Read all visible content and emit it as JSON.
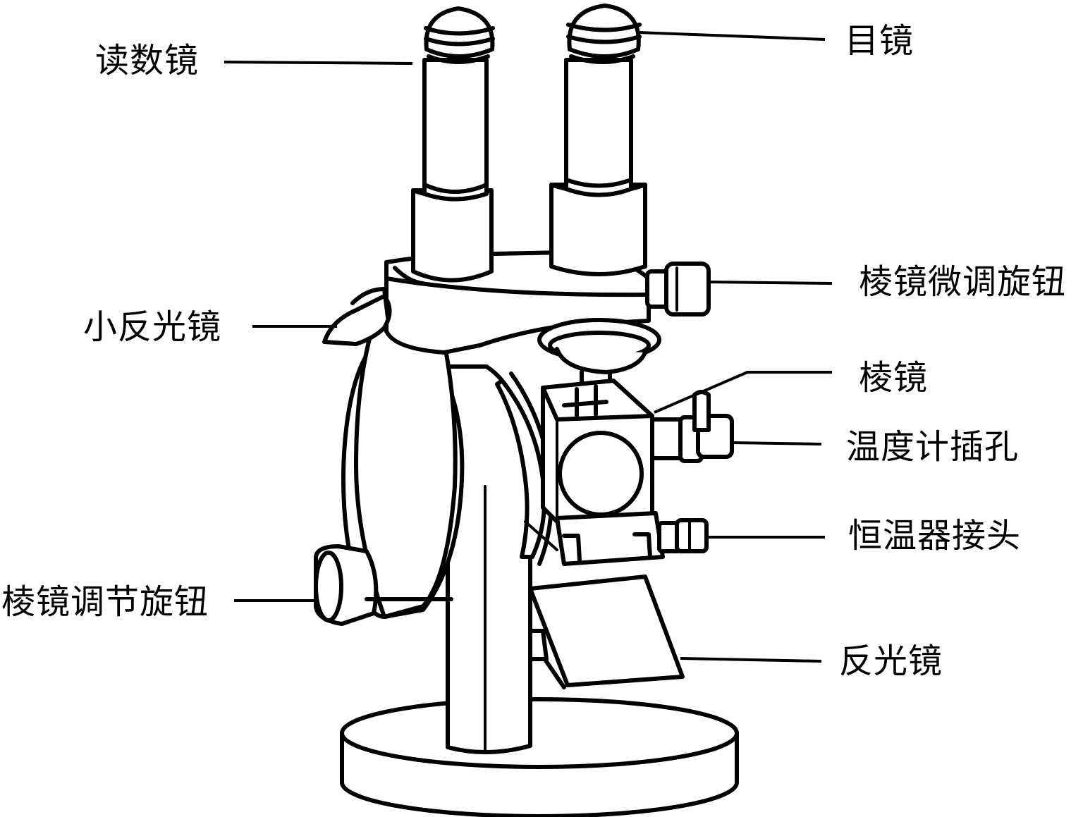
{
  "labels": {
    "reading_lens": "读数镜",
    "eyepiece": "目镜",
    "prism_fine_knob": "棱镜微调旋钮",
    "small_reflector": "小反光镜",
    "prism": "棱镜",
    "thermometer_port": "温度计插孔",
    "thermostat_connector": "恒温器接头",
    "prism_adjust_knob": "棱镜调节旋钮",
    "reflector": "反光镜"
  },
  "colors": {
    "line": "#000000",
    "background": "#ffffff"
  }
}
